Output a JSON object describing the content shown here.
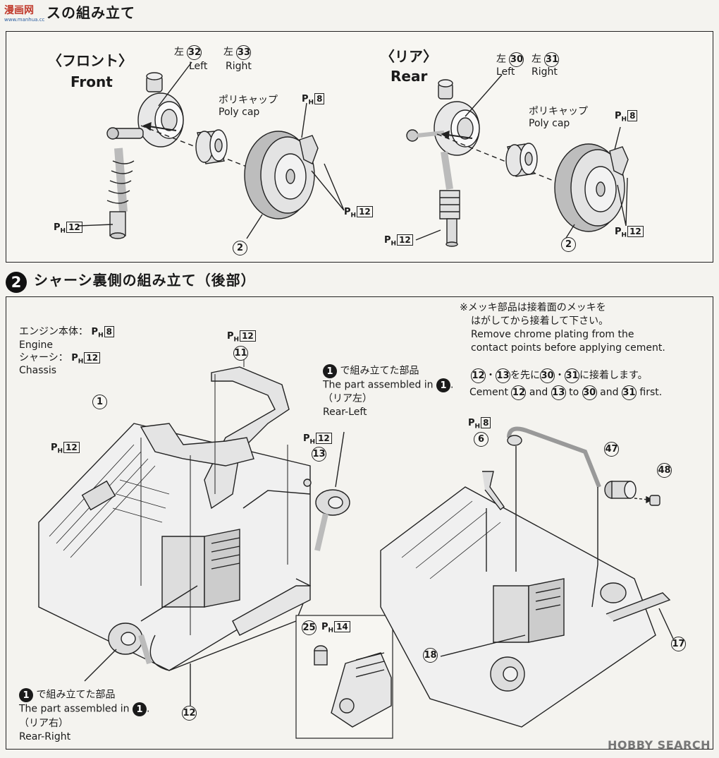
{
  "header": {
    "logo_text": "漫画网",
    "title_fragment": "スの組み立て"
  },
  "front": {
    "jp": "〈フロント〉",
    "en": "Front",
    "left_label_jp": "左",
    "left_num": "32",
    "right_label_jp": "左",
    "right_num": "33",
    "left_en": "Left",
    "right_en": "Right",
    "polycap_jp": "ポリキャップ",
    "polycap_en": "Poly cap",
    "ph_8": "8",
    "ph_12a": "12",
    "ph_12b": "12",
    "part_2": "2"
  },
  "rear": {
    "jp": "〈リア〉",
    "en": "Rear",
    "left_label_jp": "左",
    "left_num": "30",
    "right_label_jp": "左",
    "right_num": "31",
    "left_en": "Left",
    "right_en": "Right",
    "polycap_jp": "ポリキャップ",
    "polycap_en": "Poly cap",
    "ph_8": "8",
    "ph_12a": "12",
    "ph_12b": "12",
    "part_2": "2"
  },
  "step2": {
    "number": "2",
    "title": "シャーシ裏側の組み立て（後部）",
    "engine_jp": "エンジン本体：",
    "engine_ph": "8",
    "engine_en": "Engine",
    "chassis_jp": "シャーシ：",
    "chassis_ph": "12",
    "chassis_en": "Chassis",
    "note_jp_1": "※メッキ部品は接着面のメッキを",
    "note_jp_2": "はがしてから接着して下さい。",
    "note_en_1": "Remove chrome plating from the",
    "note_en_2": "contact points before applying cement.",
    "order_jp": "を先に",
    "order_jp_end": "に接着します。",
    "order_en_1": "Cement",
    "order_en_and": "and",
    "order_en_to": "to",
    "order_en_first": "first.",
    "n12": "12",
    "n13": "13",
    "n30": "30",
    "n31": "31",
    "dot": "・",
    "assembled_jp": "で組み立てた部品",
    "assembled_en": "The part assembled in",
    "rear_left_jp": "（リア左）",
    "rear_left_en": "Rear-Left",
    "rear_right_jp": "（リア右）",
    "rear_right_en": "Rear-Right",
    "ref_1": "1",
    "part_1": "1",
    "part_11": "11",
    "part_12": "12",
    "part_13": "13",
    "part_6": "6",
    "part_47": "47",
    "part_48": "48",
    "part_17": "17",
    "part_18": "18",
    "part_25": "25",
    "ph12_top": "12",
    "ph12_right": "12",
    "ph12_left": "12",
    "ph8_right": "8",
    "ph14_inset": "14",
    "ph_prefix": "P",
    "ph_sub": "H"
  },
  "watermark": "HOBBY SEARCH"
}
